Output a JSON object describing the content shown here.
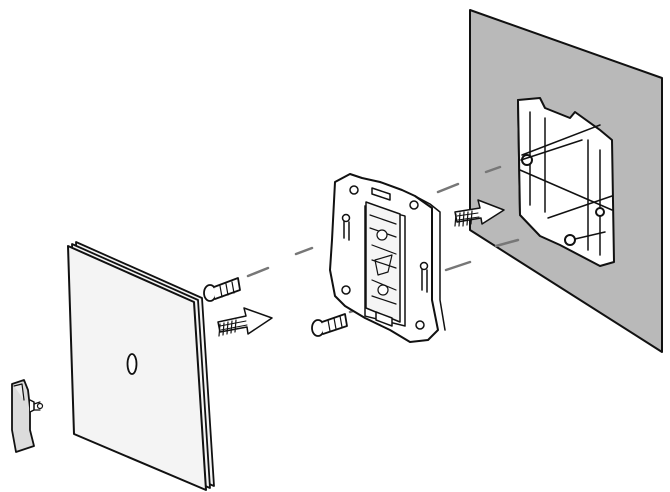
{
  "diagram": {
    "kind": "exploded installation drawing",
    "parts": [
      {
        "id": "rocker-key",
        "icon": "rocker-key-icon"
      },
      {
        "id": "cover-plate",
        "icon": "cover-plate-icon"
      },
      {
        "id": "mounting-screws",
        "icon": "screw-icon"
      },
      {
        "id": "switch-insert",
        "icon": "switch-mechanism-icon"
      },
      {
        "id": "flush-box",
        "icon": "flush-box-icon"
      },
      {
        "id": "wall-panel",
        "icon": "wall-icon"
      }
    ],
    "assembly_arrows": 2,
    "colors": {
      "line": "#111111",
      "wall_fill": "#b8b8b8",
      "plate_fill": "#f4f4f4",
      "background": "#ffffff"
    }
  }
}
